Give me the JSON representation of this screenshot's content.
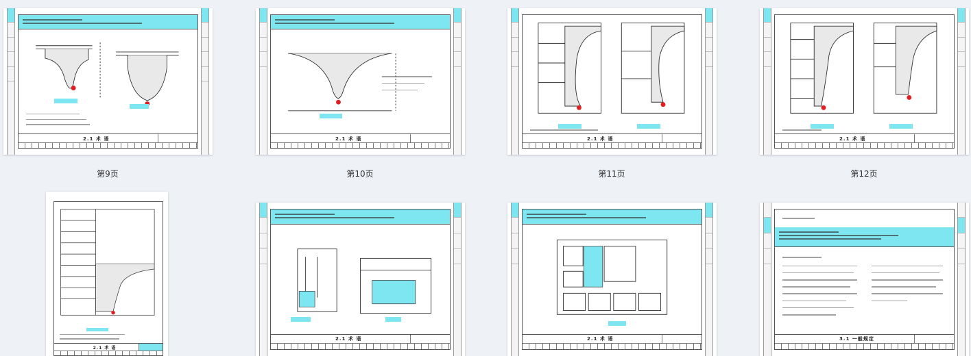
{
  "pages": [
    {
      "label": "第9页",
      "title": "2.1 术 语"
    },
    {
      "label": "第10页",
      "title": "2.1 术 语"
    },
    {
      "label": "第11页",
      "title": "2.1 术 语"
    },
    {
      "label": "第12页",
      "title": "2.1 术 语"
    },
    {
      "label": "",
      "title": "2.1 术 语"
    },
    {
      "label": "",
      "title": "2.1 术 语"
    },
    {
      "label": "",
      "title": "2.1 术 语"
    },
    {
      "label": "",
      "title": "3.1 一般规定"
    }
  ],
  "accent_color": "#7de6f1"
}
